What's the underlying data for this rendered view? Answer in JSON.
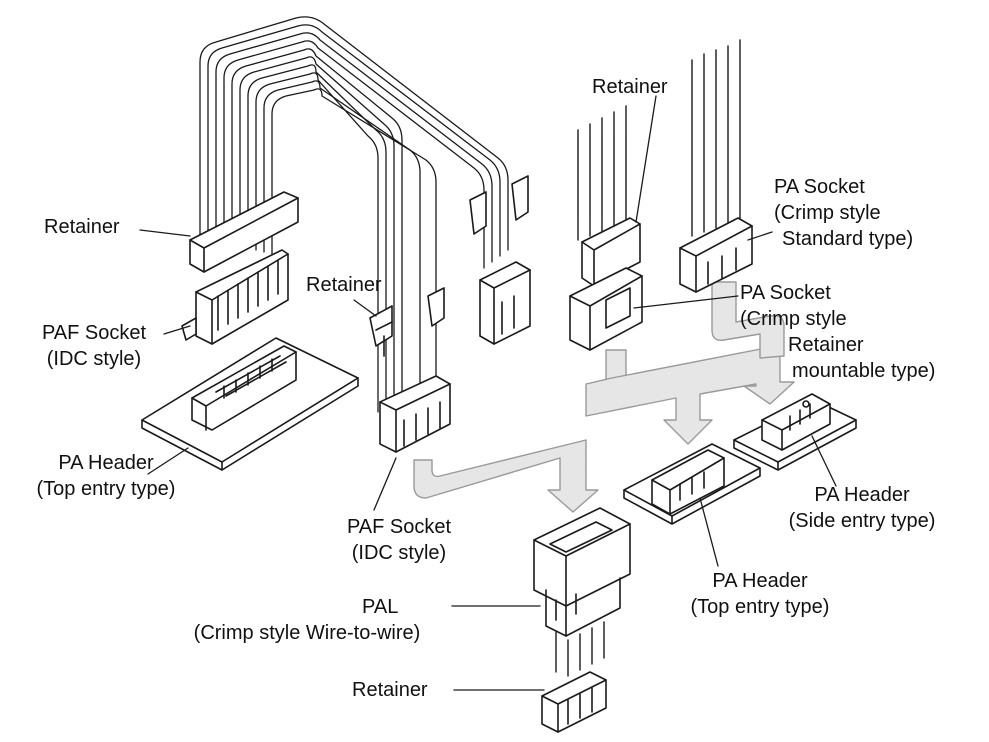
{
  "labels": {
    "retainer_left": "Retainer",
    "paf_socket_left": [
      "PAF Socket",
      "(IDC style)"
    ],
    "pa_header_left": [
      "PA Header",
      "(Top entry type)"
    ],
    "retainer_mid": "Retainer",
    "paf_socket_mid": [
      "PAF Socket",
      "(IDC style)"
    ],
    "retainer_top": "Retainer",
    "pa_socket_standard": [
      "PA Socket",
      "(Crimp style",
      "Standard type)"
    ],
    "pa_socket_retainer": [
      "PA Socket",
      "(Crimp style",
      "Retainer",
      "mountable type)"
    ],
    "pa_header_side": [
      "PA Header",
      "(Side entry type)"
    ],
    "pa_header_top_right": [
      "PA Header",
      "(Top entry type)"
    ],
    "pal": [
      "PAL",
      "(Crimp style Wire-to-wire)"
    ],
    "retainer_bottom": "Retainer"
  },
  "colors": {
    "stroke": "#1a1a1a",
    "flow_arrow_fill": "#e6e6e6",
    "flow_arrow_stroke": "#9a9a9a",
    "board_fill": "#ffffff"
  },
  "icons": [
    "connector-drawing",
    "flow-arrow"
  ]
}
